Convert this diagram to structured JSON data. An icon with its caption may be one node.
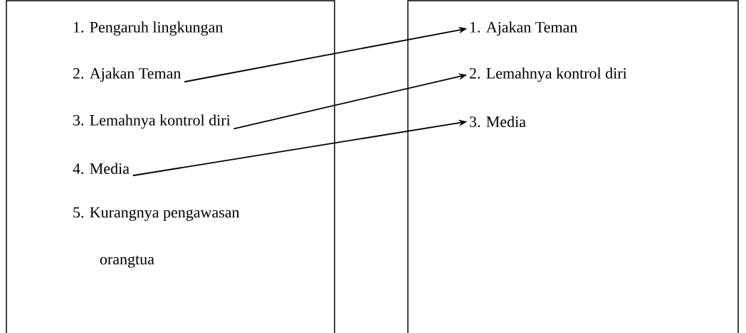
{
  "diagram": {
    "nodes": [
      {
        "text": [],
        "shape": "box"
      },
      {
        "text": [
          "1. Pengaruh lingkungan"
        ],
        "in": 0
      },
      {
        "text": [
          "2. Ajakan Teman"
        ],
        "in": 0
      },
      {
        "text": [
          "3. Lemahnya kontrol diri"
        ],
        "in": 0
      },
      {
        "text": [
          "4. Media"
        ],
        "in": 0
      },
      {
        "text": [
          "5. Kurangnya pengawasan orangtua"
        ],
        "in": 0
      },
      {
        "text": [],
        "shape": "box"
      },
      {
        "text": [
          "1. Ajakan Teman"
        ],
        "in": 6
      },
      {
        "text": [
          "2. Lemahnya kontrol diri"
        ],
        "in": 6
      },
      {
        "text": [
          "3. Media"
        ],
        "in": 6
      }
    ],
    "edges": [
      {
        "from": 2,
        "to": 7,
        "arrow": "to"
      },
      {
        "from": 3,
        "to": 8,
        "arrow": "to"
      },
      {
        "from": 4,
        "to": 9,
        "arrow": "to"
      }
    ]
  }
}
